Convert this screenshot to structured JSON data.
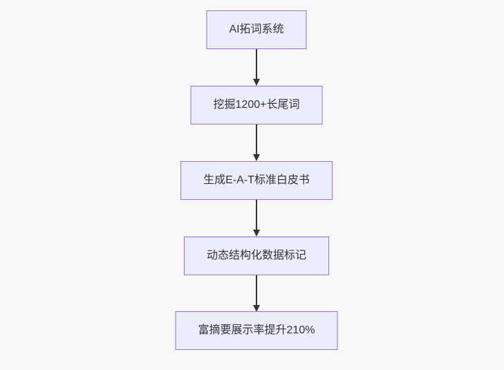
{
  "page": {
    "background_color": "#f8f8f8"
  },
  "flowchart": {
    "type": "flowchart-top-down",
    "node_fill_color": "#ECECFF",
    "node_border_color": "#9370DB",
    "text_color": "#333333",
    "arrow_color": "#333333",
    "nodes": [
      {
        "label": "AI拓词系统"
      },
      {
        "label": "挖掘1200+长尾词"
      },
      {
        "label": "生成E-A-T标准白皮书"
      },
      {
        "label": "动态结构化数据标记"
      },
      {
        "label": "富摘要展示率提升210%"
      }
    ],
    "edges": [
      {
        "from": 0,
        "to": 1,
        "style": "arrow-down"
      },
      {
        "from": 1,
        "to": 2,
        "style": "arrow-down"
      },
      {
        "from": 2,
        "to": 3,
        "style": "arrow-down"
      },
      {
        "from": 3,
        "to": 4,
        "style": "arrow-down"
      }
    ]
  }
}
